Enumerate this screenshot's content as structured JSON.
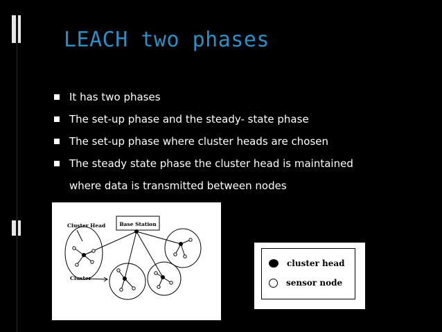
{
  "slide": {
    "title": "LEACH two phases",
    "bullets": [
      {
        "text": "It has two phases"
      },
      {
        "text": "The set-up phase and the steady- state phase"
      },
      {
        "text": "The set-up phase where cluster heads are chosen"
      },
      {
        "text": "The steady state phase the cluster head is maintained",
        "continuation": "where data is transmitted between nodes"
      }
    ]
  },
  "diagram": {
    "base_station_label": "Base Station",
    "cluster_head_label": "Cluster Head",
    "cluster_label": "Cluster"
  },
  "legend": {
    "cluster_head_label": "cluster head",
    "sensor_node_label": "sensor node"
  },
  "colors": {
    "background": "#000000",
    "title": "#2c8fc6",
    "text": "#ffffff"
  }
}
